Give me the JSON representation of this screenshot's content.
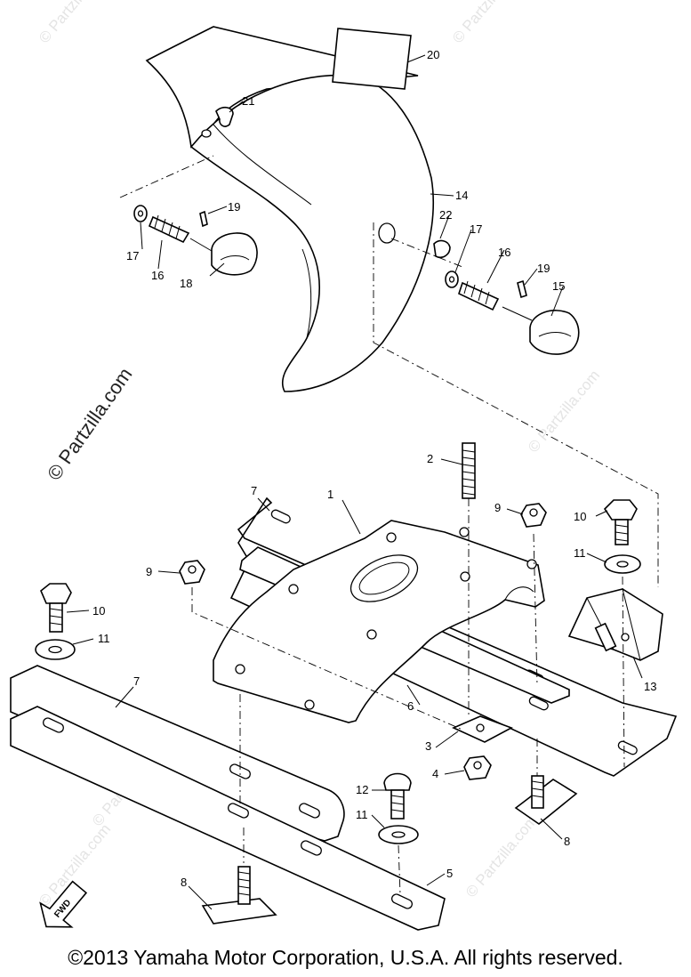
{
  "watermarks": {
    "side": "© Partzilla.com",
    "faint": "© Partzilla.com"
  },
  "copyright": "©2013 Yamaha Motor Corporation, U.S.A. All rights reserved.",
  "fwd_label": "FWD",
  "callouts": {
    "c1": "1",
    "c2": "2",
    "c3": "3",
    "c4": "4",
    "c5": "5",
    "c6": "6",
    "c7a": "7",
    "c7b": "7",
    "c8a": "8",
    "c8b": "8",
    "c9a": "9",
    "c9b": "9",
    "c10a": "10",
    "c10b": "10",
    "c11a": "11",
    "c11b": "11",
    "c11c": "11",
    "c12": "12",
    "c13": "13",
    "c14": "14",
    "c15": "15",
    "c16a": "16",
    "c16b": "16",
    "c17a": "17",
    "c17b": "17",
    "c18": "18",
    "c19a": "19",
    "c19b": "19",
    "c20": "20",
    "c21": "21",
    "c22": "22"
  }
}
